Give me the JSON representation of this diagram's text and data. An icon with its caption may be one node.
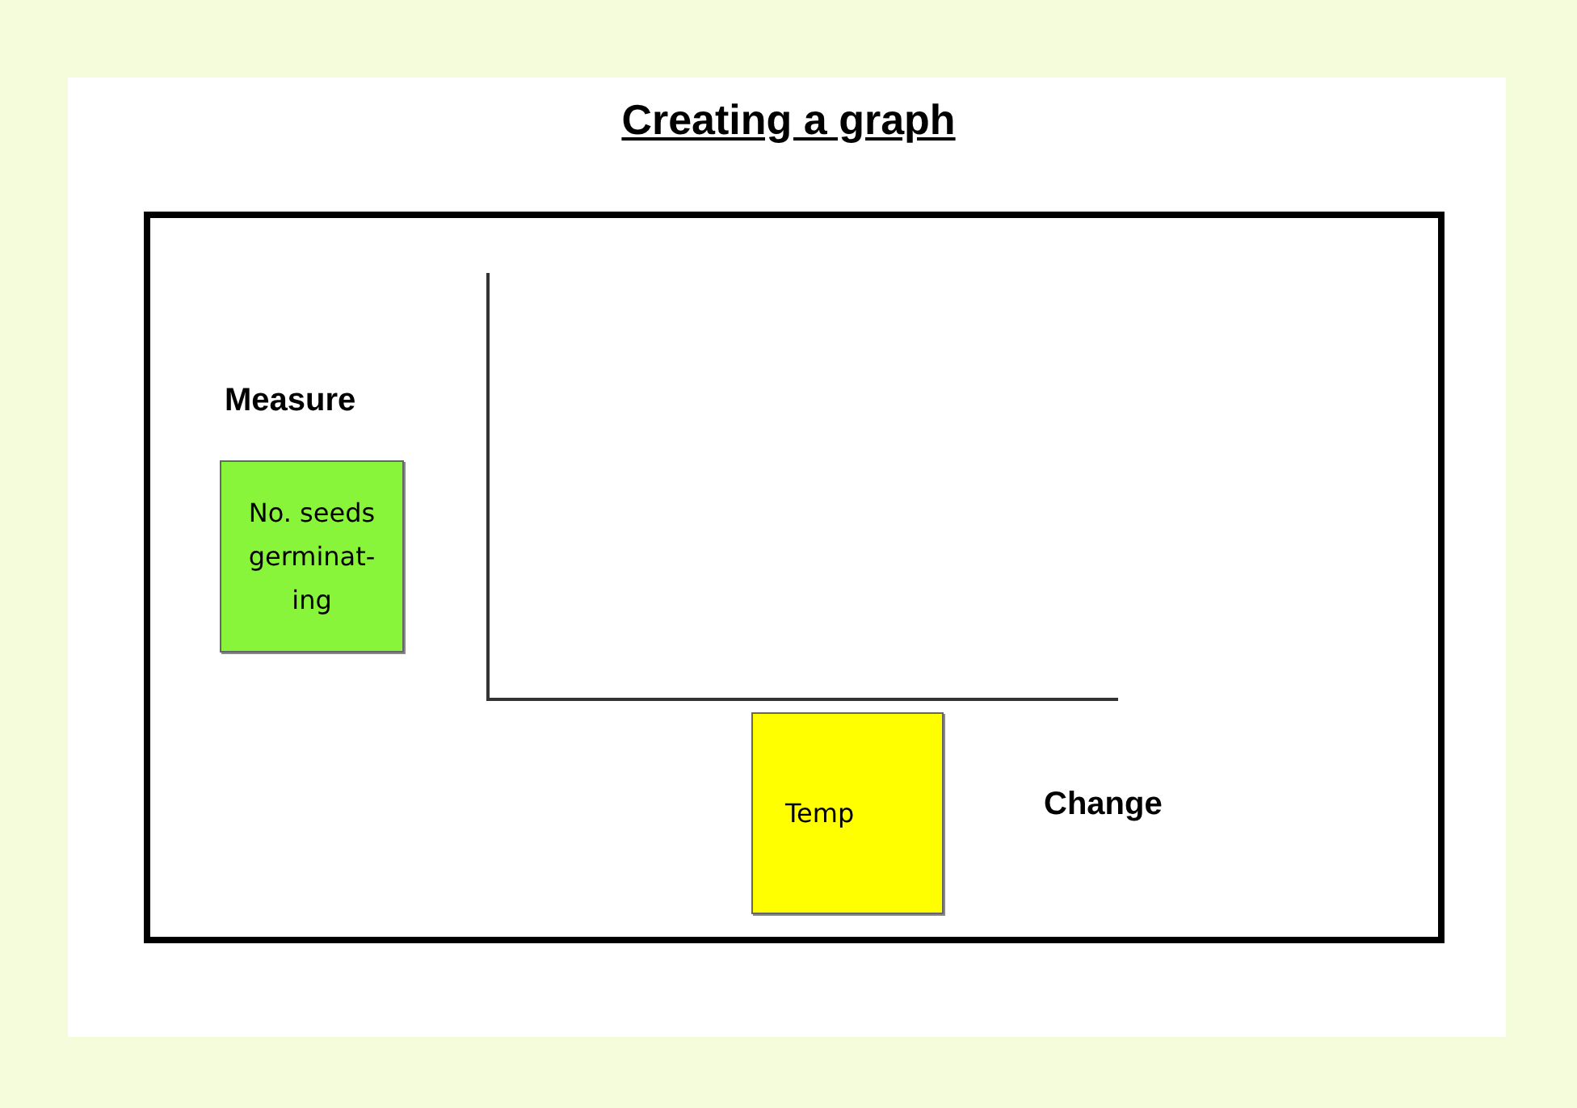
{
  "diagram": {
    "title": "Creating a graph",
    "nodes": [
      {
        "text": [],
        "shape": "box"
      },
      {
        "text": [
          "No. seeds germinat- ing"
        ],
        "in": 0
      },
      {
        "text": [
          "Temp"
        ],
        "in": 0
      }
    ],
    "labels": [
      "Measure",
      "Change"
    ]
  }
}
